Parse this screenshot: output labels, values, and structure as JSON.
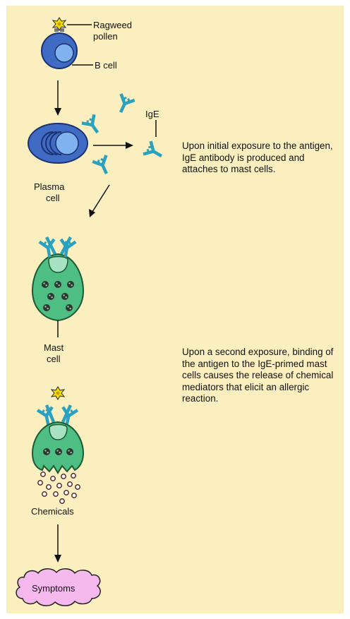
{
  "labels": {
    "ragweed": "Ragweed",
    "pollen": "pollen",
    "b_cell": "B cell",
    "ige": "IgE",
    "plasma": "Plasma",
    "plasma_cell": "cell",
    "mast": "Mast",
    "mast_cell": "cell",
    "chemicals": "Chemicals",
    "symptoms": "Symptoms"
  },
  "descriptions": {
    "first_exposure": "Upon initial exposure to the antigen, IgE antibody is produced and attaches to mast cells.",
    "second_exposure": "Upon a second exposure, binding of the antigen to the IgE-primed mast cells causes the release of chemical mediators that elicit an allergic reaction."
  },
  "colors": {
    "background": "#fbefc0",
    "b_cell": "#3f6bc4",
    "nucleus": "#7fb2ee",
    "antibody": "#2aa2bf",
    "mast_cell": "#4fbe82",
    "pollen": "#f6e000",
    "symptoms_cloud": "#f6b9ee"
  }
}
